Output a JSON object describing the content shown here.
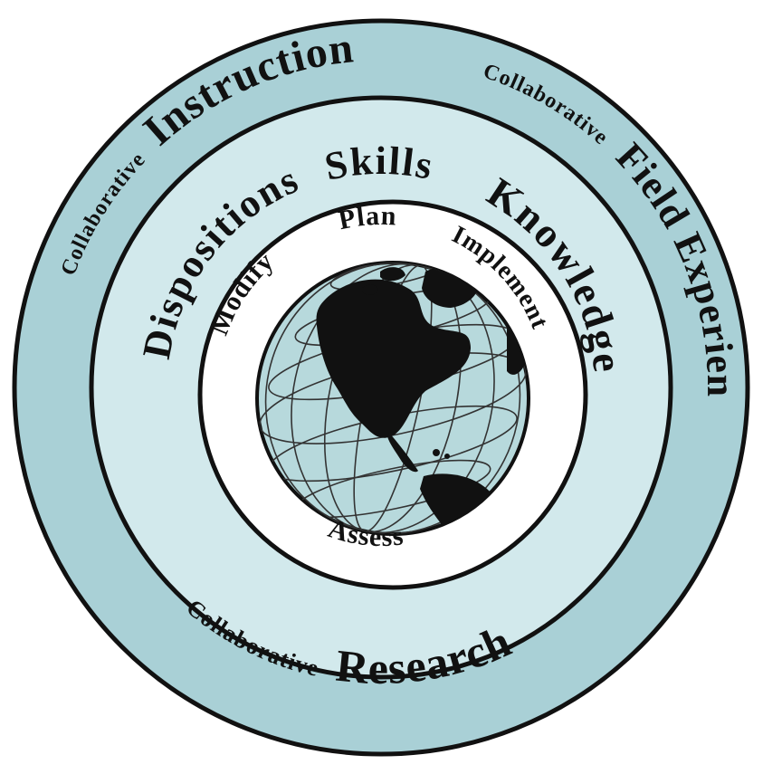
{
  "colors": {
    "outer_ring": "#a9d0d6",
    "middle_ring": "#d2e9ec",
    "inner_ring": "#ffffff",
    "globe_ocean": "#b7d9dc",
    "stroke": "#111111",
    "land": "#111111"
  },
  "outer_ring": {
    "instruction": {
      "prefix": "Collaborative",
      "word": "Instruction"
    },
    "field_experience": {
      "prefix": "Collaborative",
      "word": "Field Experience"
    },
    "research": {
      "prefix": "Collaborative",
      "word": "Research"
    }
  },
  "middle_ring": {
    "skills": "Skills",
    "dispositions": "Dispositions",
    "knowledge": "Knowledge"
  },
  "inner_ring": {
    "plan": "Plan",
    "implement": "Implement",
    "assess": "Assess",
    "modify": "Modify"
  },
  "globe": {
    "icon": "globe-americas-icon"
  }
}
